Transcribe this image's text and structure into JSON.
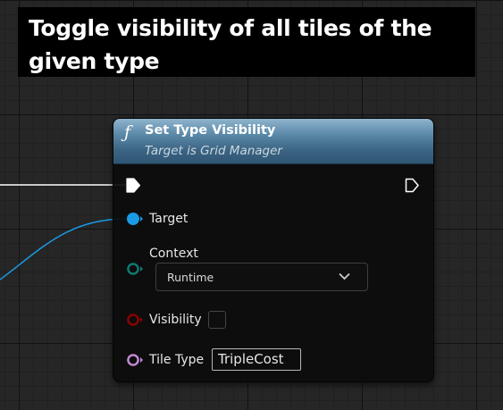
{
  "comment": {
    "text": "Toggle visibility of all tiles of the given type"
  },
  "node": {
    "icon": "function-icon",
    "title": "Set Type Visibility",
    "subtitle": "Target is Grid Manager",
    "pins": {
      "exec_in": {
        "icon": "exec-pin-icon"
      },
      "exec_out": {
        "icon": "exec-pin-icon"
      },
      "target": {
        "label": "Target",
        "icon": "object-pin-icon",
        "color": "#1a9be6"
      },
      "context": {
        "label": "Context",
        "icon": "enum-pin-icon",
        "color": "#0e7c74",
        "value": "Runtime"
      },
      "visibility": {
        "label": "Visibility",
        "icon": "bool-pin-icon",
        "color": "#8f0000",
        "checked": false
      },
      "tile_type": {
        "label": "Tile Type",
        "icon": "name-pin-icon",
        "color": "#c78ad8",
        "value": "TripleCost"
      }
    }
  },
  "colors": {
    "graph_background": "#262626",
    "node_header": "#3c6583",
    "wire_exec": "#ffffff",
    "wire_object": "#1a9be6"
  }
}
